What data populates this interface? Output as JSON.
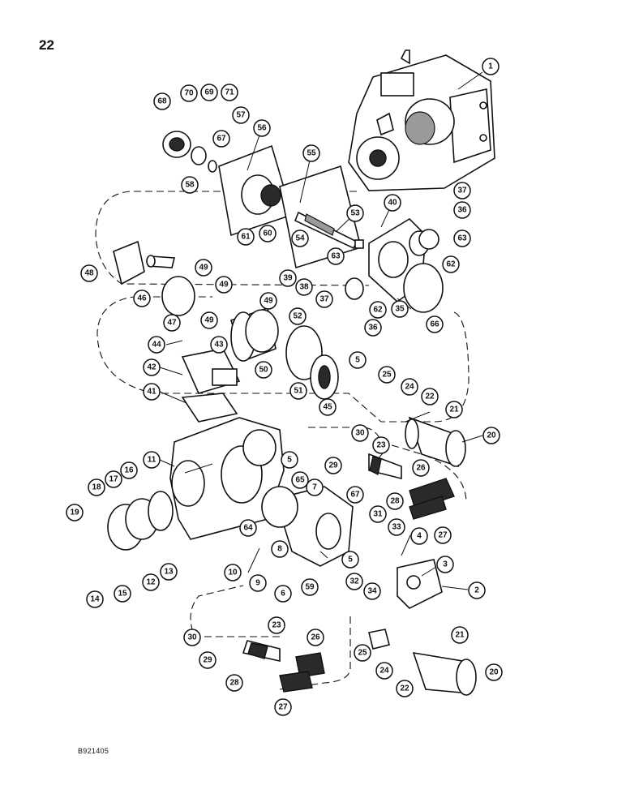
{
  "page_number": "22",
  "drawing_code": "B921405",
  "callout_labels": [
    "1",
    "2",
    "3",
    "4",
    "5",
    "6",
    "7",
    "8",
    "9",
    "10",
    "11",
    "12",
    "13",
    "14",
    "15",
    "16",
    "17",
    "18",
    "19",
    "20",
    "21",
    "22",
    "23",
    "24",
    "25",
    "26",
    "27",
    "28",
    "29",
    "30",
    "31",
    "32",
    "33",
    "34",
    "35",
    "36",
    "37",
    "38",
    "39",
    "40",
    "41",
    "42",
    "43",
    "44",
    "45",
    "46",
    "47",
    "48",
    "49",
    "50",
    "51",
    "52",
    "53",
    "54",
    "55",
    "56",
    "57",
    "58",
    "59",
    "60",
    "61",
    "62",
    "63",
    "64",
    "65",
    "66",
    "67",
    "68",
    "69",
    "70",
    "71"
  ]
}
